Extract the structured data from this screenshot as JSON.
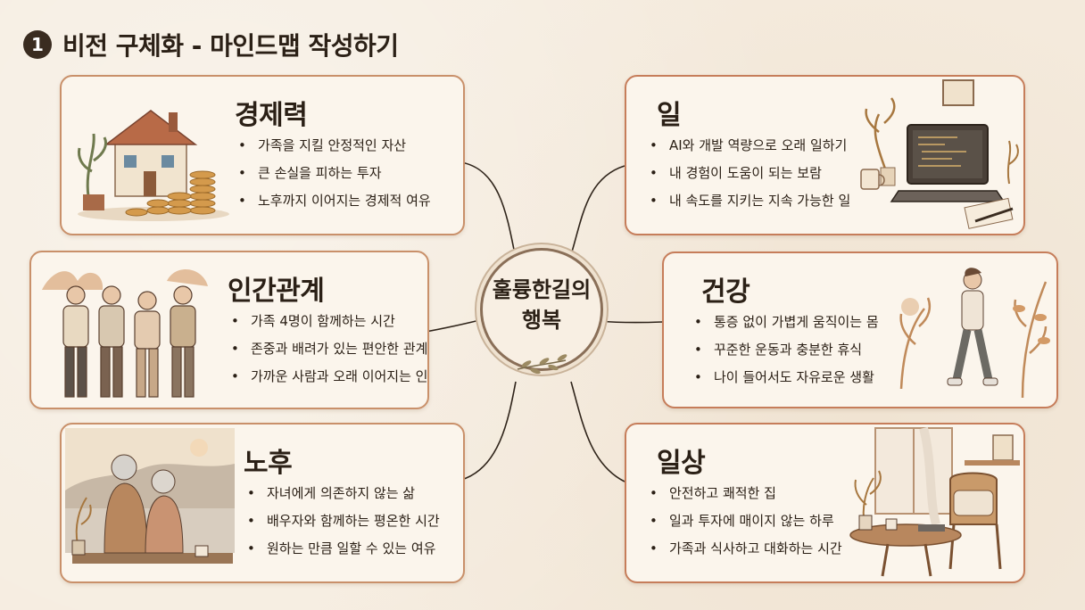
{
  "title": {
    "number": "1",
    "text": "비전 구체화 - 마인드맵 작성하기"
  },
  "center": {
    "line1": "훌륭한길의",
    "line2": "행복"
  },
  "nodes": {
    "wealth": {
      "heading": "경제력",
      "items": [
        "가족을 지킬 안정적인 자산",
        "큰 손실을 피하는 투자",
        "노후까지 이어지는 경제적 여유"
      ]
    },
    "work": {
      "heading": "일",
      "items": [
        "AI와 개발 역량으로 오래 일하기",
        "내 경험이 도움이 되는 보람",
        "내 속도를 지키는 지속 가능한 일"
      ]
    },
    "relations": {
      "heading": "인간관계",
      "items": [
        "가족 4명이 함께하는 시간",
        "존중과 배려가 있는 편안한 관계",
        "가까운 사람과 오래 이어지는 인연"
      ]
    },
    "health": {
      "heading": "건강",
      "items": [
        "통증 없이 가볍게 움직이는 몸",
        "꾸준한 운동과 충분한 휴식",
        "나이 들어서도 자유로운 생활"
      ]
    },
    "retirement": {
      "heading": "노후",
      "items": [
        "자녀에게 의존하지 않는 삶",
        "배우자와 함께하는 평온한 시간",
        "원하는 만큼 일할 수 있는 여유"
      ]
    },
    "daily": {
      "heading": "일상",
      "items": [
        "안전하고 쾌적한 집",
        "일과 투자에 매이지 않는 하루",
        "가족과 식사하고 대화하는 시간"
      ]
    }
  },
  "colors": {
    "card_border": "#c9906a",
    "accent_dark": "#3a2c20",
    "background": "#f5ecdf",
    "line": "#2f241a"
  },
  "icons": [
    "house-coins-illustration",
    "laptop-desk-illustration",
    "family-walking-illustration",
    "woman-walking-illustration",
    "elderly-couple-illustration",
    "cozy-room-illustration",
    "olive-sprig-icon"
  ]
}
